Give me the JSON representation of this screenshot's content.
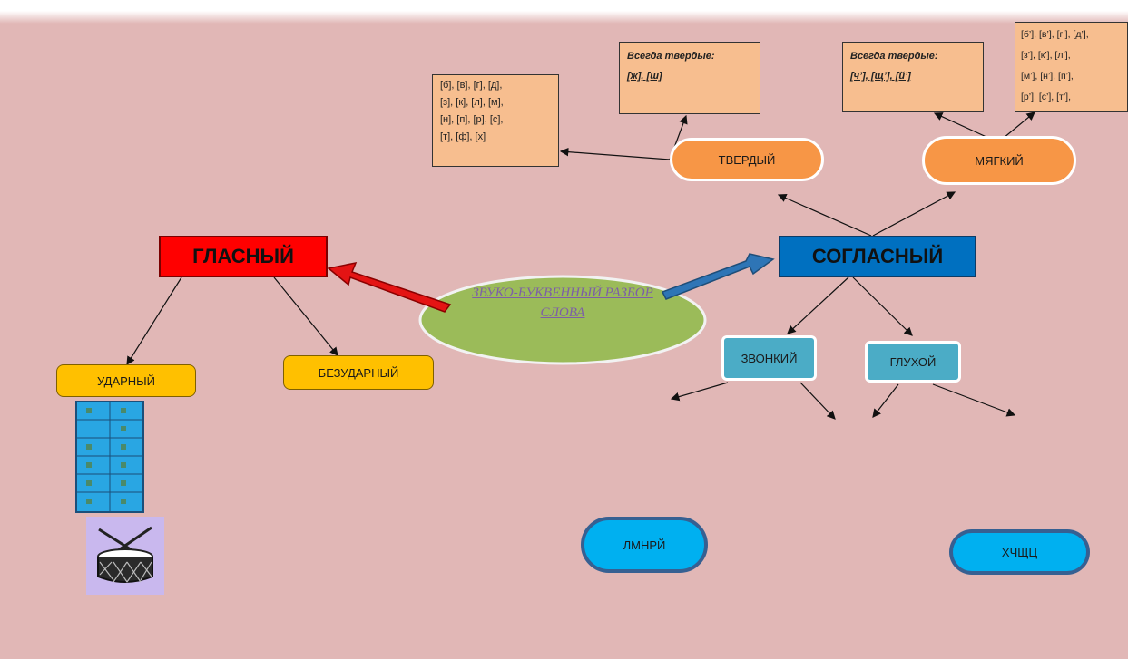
{
  "center": {
    "line1": "ЗВУКО-БУКВЕННЫЙ РАЗБОР",
    "line2": "СЛОВА"
  },
  "vowel": {
    "title": "ГЛАСНЫЙ",
    "stressed": "УДАРНЫЙ",
    "unstressed": "БЕЗУДАРНЫЙ"
  },
  "consonant": {
    "title": "СОГЛАСНЫЙ",
    "hard": "ТВЕРДЫЙ",
    "soft": "МЯГКИЙ",
    "voiced": "ЗВОНКИЙ",
    "voiceless": "ГЛУХОЙ",
    "sonorants": "ЛМНРЙ",
    "voiceless_only": "ХЧЩЦ"
  },
  "notes": {
    "hard_pairs": [
      "[б], [в], [г], [д],",
      "[з], [к], [л], [м],",
      "[н], [п], [р], [с],",
      "[т], [ф], [х]"
    ],
    "always_hard": {
      "heading": "Всегда твердые:",
      "sounds": "[ж], [ш]"
    },
    "always_soft": {
      "heading": "Всегда твердые:",
      "sounds": "[ч’], [щ’], [й’]"
    },
    "soft_pairs": [
      "[б’], [в’], [г’], [д’],",
      "[з’], [к’], [л’],",
      "[м’], [н’], [п’],",
      "[р’], [с’], [т’],"
    ]
  },
  "colors": {
    "background": "#e1b7b6",
    "vowel": "#ff0000",
    "consonant": "#0070c0",
    "orange_pill": "#f79646",
    "teal_box": "#4bacc6",
    "blue_pill": "#00b0f0",
    "yellow_box": "#ffc000",
    "ellipse": "#9bbb59",
    "note": "#f7be8f"
  },
  "icons": {
    "drum": "drum-icon",
    "table": "grid-table-icon"
  }
}
